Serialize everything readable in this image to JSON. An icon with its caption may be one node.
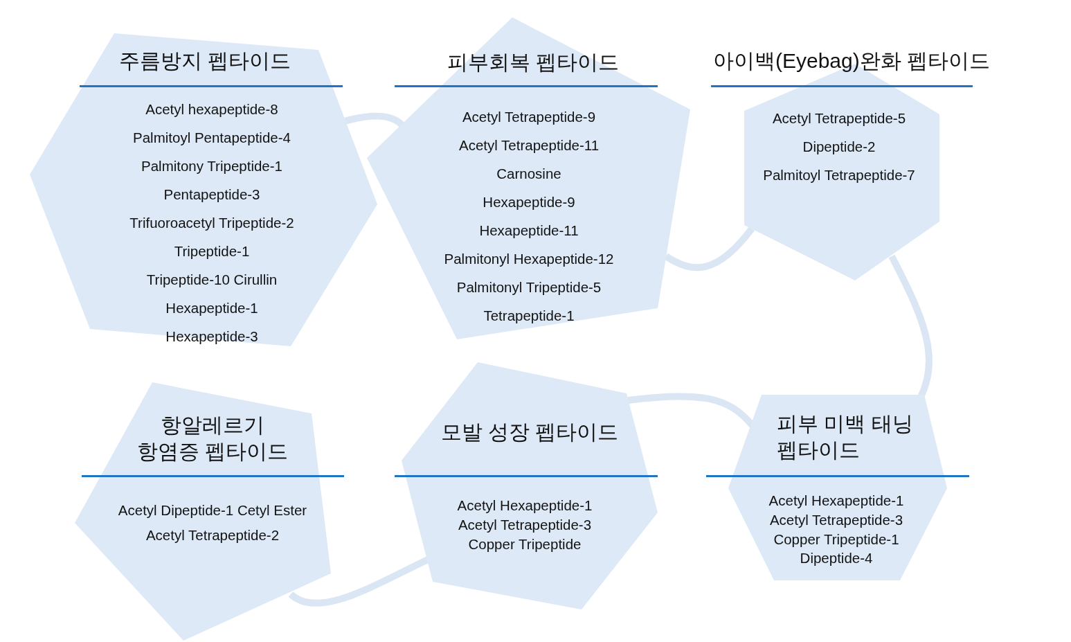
{
  "diagram": {
    "nodes": [
      {
        "text": [
          "주름방지 펩타이드",
          "Acetyl hexapeptide-8",
          "Palmitoyl Pentapeptide-4",
          "Palmitony Tripeptide-1",
          "Pentapeptide-3",
          "Trifuoroacetyl Tripeptide-2",
          "Tripeptide-1",
          "Tripeptide-10 Cirullin",
          "Hexapeptide-1",
          "Hexapeptide-3"
        ]
      },
      {
        "text": [
          "피부회복 펩타이드",
          "Acetyl Tetrapeptide-9",
          "Acetyl Tetrapeptide-11",
          "Carnosine",
          "Hexapeptide-9",
          "Hexapeptide-11",
          "Palmitonyl Hexapeptide-12",
          "Palmitonyl Tripeptide-5",
          "Tetrapeptide-1"
        ]
      },
      {
        "text": [
          "아이백(Eyebag)완화 펩타이드",
          "Acetyl Tetrapeptide-5",
          "Dipeptide-2",
          "Palmitoyl Tetrapeptide-7"
        ]
      },
      {
        "text": [
          "항알레르기 항염증 펩타이드",
          "Acetyl Dipeptide-1 Cetyl Ester",
          "Acetyl Tetrapeptide-2"
        ]
      },
      {
        "text": [
          "모발 성장 펩타이드",
          "Acetyl Hexapeptide-1",
          "Acetyl Tetrapeptide-3",
          "Copper Tripeptide"
        ]
      },
      {
        "text": [
          "피부 미백 태닝 펩타이드",
          "Acetyl Hexapeptide-1",
          "Acetyl Tetrapeptide-3",
          "Copper Tripeptide-1",
          "Dipeptide-4"
        ]
      }
    ],
    "edges": [
      {
        "from": 0,
        "to": 1,
        "arrow": "none"
      },
      {
        "from": 1,
        "to": 2,
        "arrow": "none"
      },
      {
        "from": 2,
        "to": 5,
        "arrow": "none"
      },
      {
        "from": 5,
        "to": 4,
        "arrow": "none"
      },
      {
        "from": 4,
        "to": 3,
        "arrow": "none"
      }
    ]
  }
}
